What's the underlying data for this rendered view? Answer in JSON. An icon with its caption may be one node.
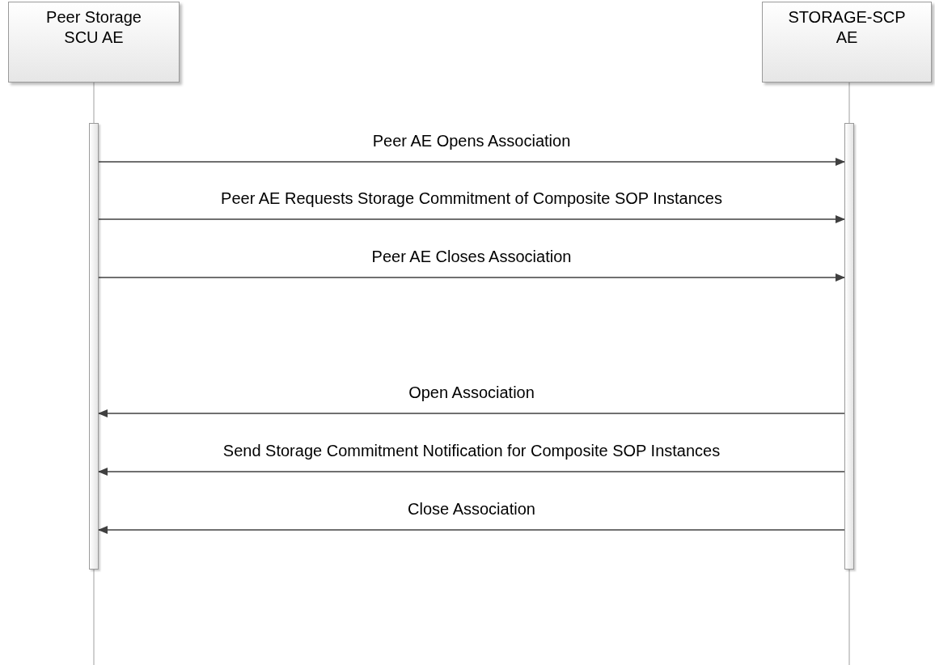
{
  "diagram": {
    "nodes": [
      {
        "text": [
          "Peer Storage SCU AE"
        ]
      },
      {
        "text": [
          "STORAGE-SCP AE"
        ]
      },
      {
        "text": [],
        "shape": "bar"
      },
      {
        "text": [],
        "shape": "bar"
      }
    ],
    "edges": [
      {
        "from": 2,
        "to": 3,
        "arrow": "to",
        "label": "Peer AE Opens Association"
      },
      {
        "from": 2,
        "to": 3,
        "arrow": "to",
        "label": "Peer AE Requests Storage Commitment of Composite SOP Instances"
      },
      {
        "from": 2,
        "to": 3,
        "arrow": "to",
        "label": "Peer AE Closes Association"
      },
      {
        "from": 3,
        "to": 2,
        "arrow": "to",
        "label": "Open Association"
      },
      {
        "from": 3,
        "to": 2,
        "arrow": "to",
        "label": "Send Storage Commitment Notification for Composite SOP Instances"
      },
      {
        "from": 3,
        "to": 2,
        "arrow": "to",
        "label": "Close Association"
      }
    ]
  }
}
